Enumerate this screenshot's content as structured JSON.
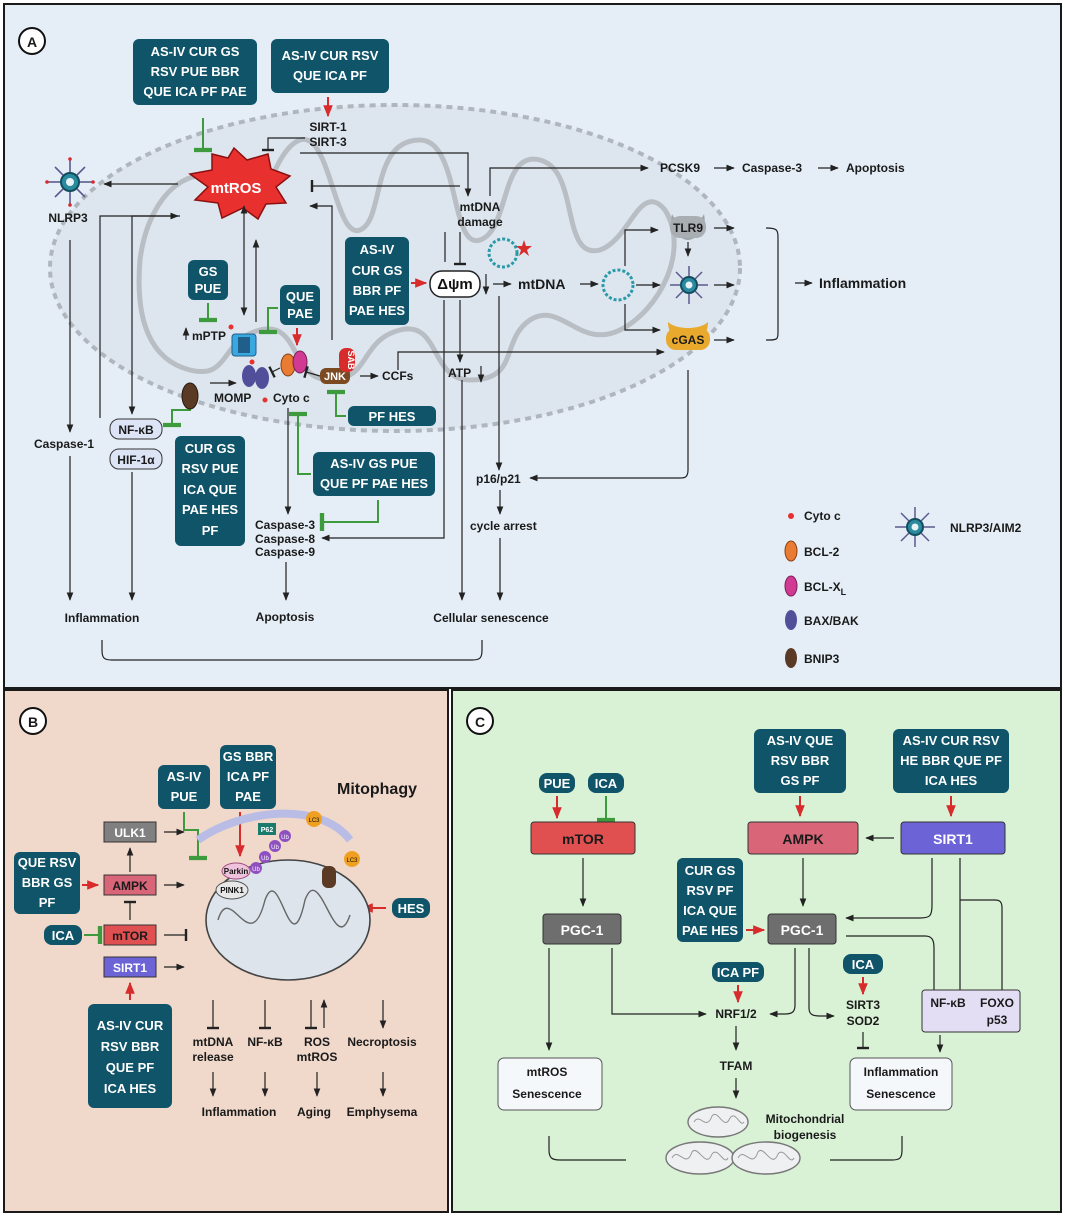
{
  "panelA": {
    "label": "A",
    "drugs1": [
      "AS-IV CUR GS",
      "RSV PUE BBR",
      "QUE ICA PF PAE"
    ],
    "drugs2": [
      "AS-IV CUR RSV",
      "QUE ICA PF"
    ],
    "sirt1": "SIRT-1",
    "sirt3": "SIRT-3",
    "mtros": "mtROS",
    "nlrp3": "NLRP3",
    "mtdnaDamage1": "mtDNA",
    "mtdnaDamage2": "damage",
    "pcsk9": "PCSK9",
    "caspase3": "Caspase-3",
    "apoptosisTop": "Apoptosis",
    "gsPue": [
      "GS",
      "PUE"
    ],
    "quePae": [
      "QUE",
      "PAE"
    ],
    "drugs3": [
      "AS-IV",
      "CUR GS",
      "BBR PF",
      "PAE HES"
    ],
    "deltaPsi": "Δψm",
    "mtdna": "mtDNA",
    "tlr9": "TLR9",
    "cgas": "cGAS",
    "inflammationRight": "Inflammation",
    "mptp": "mPTP",
    "momp": "MOMP",
    "cytoc": "Cyto c",
    "jnk": "JNK",
    "sab": "SAB",
    "ccfs": "CCFs",
    "atp": "ATP",
    "pfHes": "PF HES",
    "nfkb": "NF-κB",
    "hif1a": "HIF-1α",
    "caspase1": "Caspase-1",
    "drugs4": [
      "CUR GS",
      "RSV PUE",
      "ICA QUE",
      "PAE HES",
      "PF"
    ],
    "drugs5": [
      "AS-IV GS PUE",
      "QUE PF PAE HES"
    ],
    "caspaseList": [
      "Caspase-3",
      "Caspase-8",
      "Caspase-9"
    ],
    "p16p21": "p16/p21",
    "cycleArrest": "cycle arrest",
    "inflammationBottom": "Inflammation",
    "apoptosisBottom": "Apoptosis",
    "senescence": "Cellular senescence",
    "legend": {
      "cytoc": "Cyto c",
      "bcl2": "BCL-2",
      "bclxl": "BCL-X",
      "bclxlSub": "L",
      "baxbak": "BAX/BAK",
      "bnip3": "BNIP3",
      "nlrp3aim2": "NLRP3/AIM2"
    },
    "colors": {
      "teal": "#0f5468",
      "bg": "#e5eef7",
      "border": "#1a1a1a"
    }
  },
  "panelB": {
    "label": "B",
    "title": "Mitophagy",
    "asivPue": [
      "AS-IV",
      "PUE"
    ],
    "gsBbr": [
      "GS BBR",
      "ICA PF",
      "PAE"
    ],
    "queRsv": [
      "QUE RSV",
      "BBR GS",
      "PF"
    ],
    "ica": "ICA",
    "hes": "HES",
    "ulk1": "ULK1",
    "ampk": "AMPK",
    "mtor": "mTOR",
    "sirt1": "SIRT1",
    "drugsBottom": [
      "AS-IV CUR",
      "RSV  BBR",
      "QUE PF",
      "ICA HES"
    ],
    "parkin": "Parkin",
    "pink1": "PINK1",
    "p62": "P62",
    "ub": "Ub",
    "lc3": "LC3",
    "outcomes": [
      "mtDNA",
      "release",
      "NF-κB",
      "ROS",
      "mtROS",
      "Necroptosis"
    ],
    "results": [
      "Inflammation",
      "Aging",
      "Emphysema"
    ],
    "colors": {
      "bg": "#f0d8cb"
    }
  },
  "panelC": {
    "label": "C",
    "pue": "PUE",
    "ica": "ICA",
    "mtor": "mTOR",
    "drugsAmpk": [
      "AS-IV QUE",
      "RSV BBR",
      "GS PF"
    ],
    "ampk": "AMPK",
    "drugsSirt": [
      "AS-IV CUR RSV",
      "HE BBR QUE PF",
      "ICA HES"
    ],
    "sirt1": "SIRT1",
    "pgc1Left": "PGC-1",
    "drugsPgc": [
      "CUR GS",
      "RSV PF",
      "ICA QUE",
      "PAE HES"
    ],
    "pgc1Mid": "PGC-1",
    "icaPf": "ICA PF",
    "ica2": "ICA",
    "nrf": "NRF1/2",
    "sirt3": "SIRT3",
    "sod2": "SOD2",
    "nfkb": "NF-κB",
    "foxo": "FOXO",
    "p53": "p53",
    "tfam": "TFAM",
    "mtrosBox": [
      "mtROS",
      "Senescence"
    ],
    "inflBox": [
      "Inflammation",
      "Senescence"
    ],
    "biogenesis": [
      "Mitochondrial",
      "biogenesis"
    ],
    "colors": {
      "bg": "#d9f2d6"
    }
  }
}
